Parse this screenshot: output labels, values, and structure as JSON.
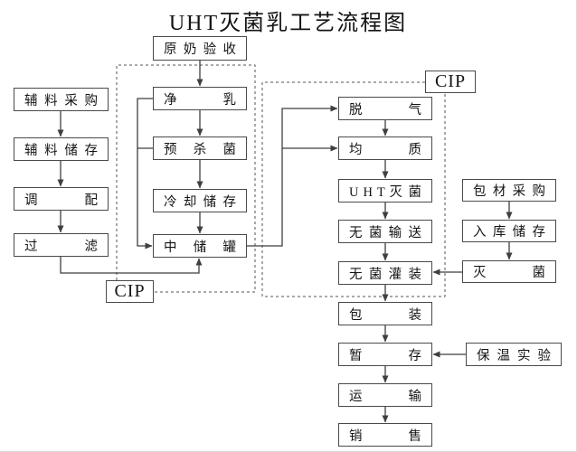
{
  "title": "UHT灭菌乳工艺流程图",
  "colors": {
    "line": "#3f3f3f",
    "border": "#4a4a4a",
    "text": "#141414",
    "bg": "#ffffff"
  },
  "nodes": {
    "raw_milk": {
      "label": "原 奶 验 收"
    },
    "aux_purchase": {
      "label": "辅 料 采 购"
    },
    "aux_storage": {
      "label": "辅 料 储 存"
    },
    "blending": {
      "label": "调 配"
    },
    "filtering": {
      "label": "过 滤"
    },
    "clarification": {
      "label": "净 乳"
    },
    "pre_sterilization": {
      "label": "预 杀 菌"
    },
    "cooling_storage": {
      "label": "冷 却 储 存"
    },
    "buffer_tank": {
      "label": "中 储 罐"
    },
    "degassing": {
      "label": "脱 气"
    },
    "homogenization": {
      "label": "均 质"
    },
    "uht_sterilization": {
      "label": "U H T 灭 菌"
    },
    "aseptic_transfer": {
      "label": "无 菌 输 送"
    },
    "aseptic_filling": {
      "label": "无 菌 灌 装"
    },
    "pkg_purchase": {
      "label": "包 材 采 购"
    },
    "warehouse_storage": {
      "label": "入 库 储 存"
    },
    "pkg_sterilization": {
      "label": "灭 菌"
    },
    "packaging": {
      "label": "包 装"
    },
    "temp_storage": {
      "label": "暂 存"
    },
    "incubation_test": {
      "label": "保 温 实 验"
    },
    "transport": {
      "label": "运 输"
    },
    "sales": {
      "label": "销 售"
    },
    "cip_left": {
      "label": "CIP"
    },
    "cip_right": {
      "label": "CIP"
    }
  }
}
